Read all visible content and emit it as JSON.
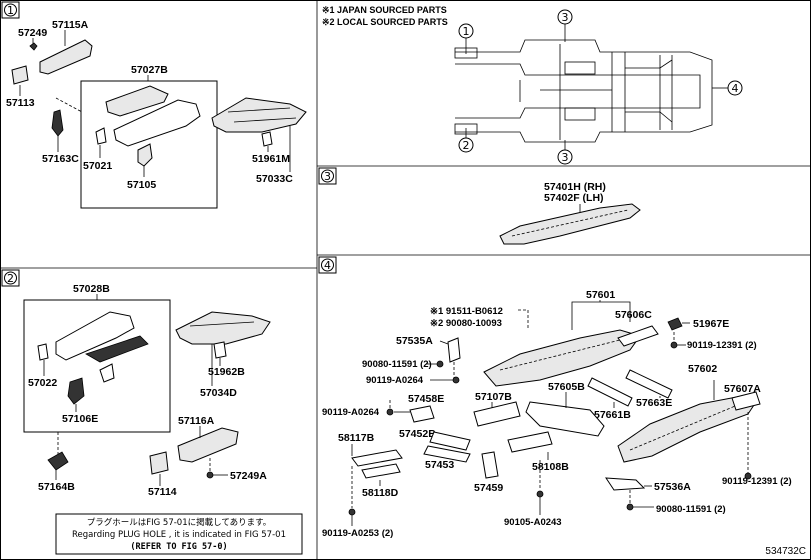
{
  "sections": {
    "s1": "1",
    "s2": "2",
    "s3": "3",
    "s4": "4"
  },
  "notes": {
    "japan": "※1 JAPAN SOURCED PARTS",
    "local": "※2 LOCAL SOURCED PARTS"
  },
  "overview_callouts": [
    "1",
    "2",
    "3",
    "3",
    "4"
  ],
  "parts_s1": {
    "p57249": "57249",
    "p57115A": "57115A",
    "p57113": "57113",
    "p57027B": "57027B",
    "p57163C": "57163C",
    "p57021": "57021",
    "p57105": "57105",
    "p51961M": "51961M",
    "p57033C": "57033C"
  },
  "parts_s2": {
    "p57028B": "57028B",
    "p57022": "57022",
    "p57106E": "57106E",
    "p57164B": "57164B",
    "p51962B": "51962B",
    "p57034D": "57034D",
    "p57116A": "57116A",
    "p57249A": "57249A",
    "p57114": "57114"
  },
  "parts_s3": {
    "rh": "57401H (RH)",
    "lh": "57402F (LH)"
  },
  "parts_s4": {
    "p57601": "57601",
    "bolt1": "※1 91511-B0612",
    "bolt2": "※2 90080-10093",
    "p57606C": "57606C",
    "p51967E": "51967E",
    "p57535A": "57535A",
    "b90119_12391a": "90119-12391 (2)",
    "b90080_11591": "90080-11591 (2)",
    "b90119_A0264a": "90119-A0264",
    "p57602": "57602",
    "p57605B": "57605B",
    "p57607A": "57607A",
    "p57663E": "57663E",
    "p57107B": "57107B",
    "p57661B": "57661B",
    "p57458E": "57458E",
    "b90119_A0264b": "90119-A0264",
    "p58117B": "58117B",
    "p57452B": "57452B",
    "p58108B": "58108B",
    "p57453": "57453",
    "b90119_12391b": "90119-12391 (2)",
    "p58118D": "58118D",
    "p57459": "57459",
    "p57536A": "57536A",
    "b90080_11591b": "90080-11591 (2)",
    "b90105_A0243": "90105-A0243",
    "b90119_A0253": "90119-A0253 (2)"
  },
  "footnote": {
    "jp": "プラグホールはFIG 57-01に掲載してあります。",
    "en": "Regarding PLUG HOLE , it is indicated in FIG 57-01",
    "refer": "(REFER TO FIG 57-0)"
  },
  "figure_code": "534732C"
}
